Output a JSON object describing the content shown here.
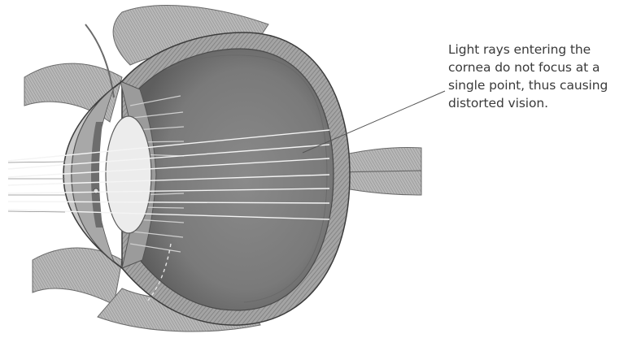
{
  "annotation": {
    "lines": [
      "Light rays entering the",
      "cornea do not focus at a",
      "single point, thus causing",
      "distorted vision."
    ]
  },
  "colors": {
    "background": "#ffffff",
    "shading": "#8c8c8c",
    "outline": "#3c3c3c",
    "text": "#3a3a3a"
  }
}
